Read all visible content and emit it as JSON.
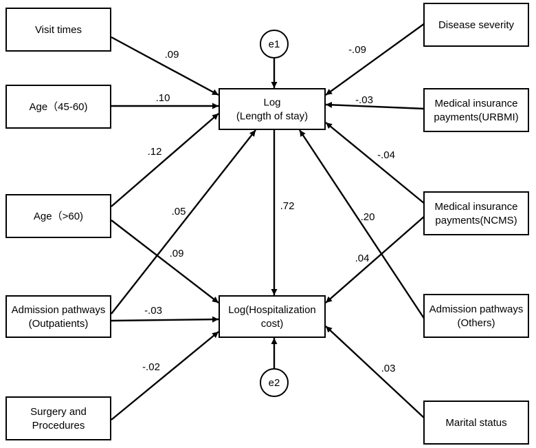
{
  "nodes": {
    "visit_times": {
      "lines": [
        "Visit times"
      ]
    },
    "age_45_60": {
      "lines": [
        "Age（45-60)"
      ]
    },
    "age_60": {
      "lines": [
        "Age（>60)"
      ]
    },
    "adm_outpatients": {
      "lines": [
        "Admission pathways",
        "(Outpatients)"
      ]
    },
    "surgery": {
      "lines": [
        "Surgery and",
        "Procedures"
      ]
    },
    "disease_severity": {
      "lines": [
        "Disease severity"
      ]
    },
    "urbmi": {
      "lines": [
        "Medical insurance",
        "payments(URBMI)"
      ]
    },
    "ncms": {
      "lines": [
        "Medical insurance",
        "payments(NCMS)"
      ]
    },
    "adm_others": {
      "lines": [
        "Admission pathways",
        "(Others)"
      ]
    },
    "marital": {
      "lines": [
        "Marital status"
      ]
    },
    "log_los": {
      "lines": [
        "Log",
        "(Length of stay)"
      ]
    },
    "log_cost": {
      "lines": [
        "Log(Hospitalization",
        "cost)"
      ]
    },
    "e1": {
      "lines": [
        "e1"
      ]
    },
    "e2": {
      "lines": [
        "e2"
      ]
    }
  },
  "paths": [
    {
      "id": "visit-los",
      "from": "visit_times",
      "to": "log_los",
      "coef": ".09"
    },
    {
      "id": "age4560-los",
      "from": "age_45_60",
      "to": "log_los",
      "coef": ".10"
    },
    {
      "id": "age60-los",
      "from": "age_60",
      "to": "log_los",
      "coef": ".12"
    },
    {
      "id": "age60-cost",
      "from": "age_60",
      "to": "log_cost",
      "coef": ".09"
    },
    {
      "id": "outpt-los",
      "from": "adm_outpatients",
      "to": "log_los",
      "coef": ".05"
    },
    {
      "id": "outpt-cost",
      "from": "adm_outpatients",
      "to": "log_cost",
      "coef": "-.03"
    },
    {
      "id": "surgery-cost",
      "from": "surgery",
      "to": "log_cost",
      "coef": "-.02"
    },
    {
      "id": "severity-los",
      "from": "disease_severity",
      "to": "log_los",
      "coef": "-.09"
    },
    {
      "id": "urbmi-los",
      "from": "urbmi",
      "to": "log_los",
      "coef": "-.03"
    },
    {
      "id": "ncms-los",
      "from": "ncms",
      "to": "log_los",
      "coef": "-.04"
    },
    {
      "id": "ncms-cost",
      "from": "ncms",
      "to": "log_cost",
      "coef": ".04"
    },
    {
      "id": "others-los",
      "from": "adm_others",
      "to": "log_los",
      "coef": ".20"
    },
    {
      "id": "marital-cost",
      "from": "marital",
      "to": "log_cost",
      "coef": ".03"
    },
    {
      "id": "los-cost",
      "from": "log_los",
      "to": "log_cost",
      "coef": ".72"
    },
    {
      "id": "e1-los",
      "from": "e1",
      "to": "log_los",
      "coef": ""
    },
    {
      "id": "e2-cost",
      "from": "e2",
      "to": "log_cost",
      "coef": ""
    }
  ]
}
